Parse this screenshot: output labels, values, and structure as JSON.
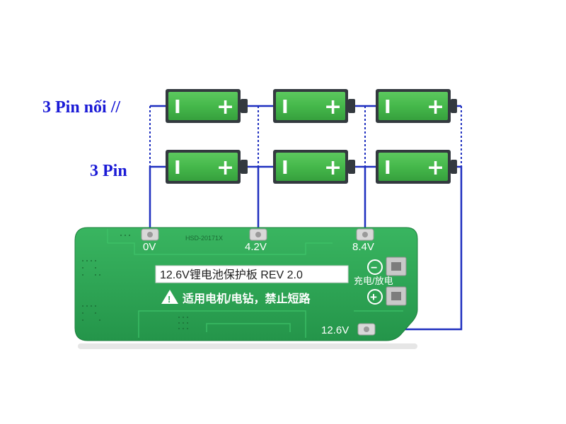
{
  "labels": {
    "row_top": "3 Pin nối //",
    "row_bottom": "3 Pin"
  },
  "battery": {
    "minus": "I",
    "plus": "+"
  },
  "board": {
    "pad_0v": "0V",
    "pad_4v2": "4.2V",
    "pad_8v4": "8.4V",
    "pad_12v6": "12.6V",
    "title": "12.6V锂电池保护板 REV 2.0",
    "warning": "适用电机/电钻，禁止短路",
    "charge_discharge": "充电/放电",
    "minus_symbol": "−",
    "plus_symbol": "+",
    "silk_code": "HSD-20171X"
  },
  "colors": {
    "label_blue": "#1a1ad6",
    "wire_blue": "#1e2fbf",
    "battery_green": "#44b74a",
    "battery_body": "#33393f",
    "pcb_green": "#2aa552"
  }
}
